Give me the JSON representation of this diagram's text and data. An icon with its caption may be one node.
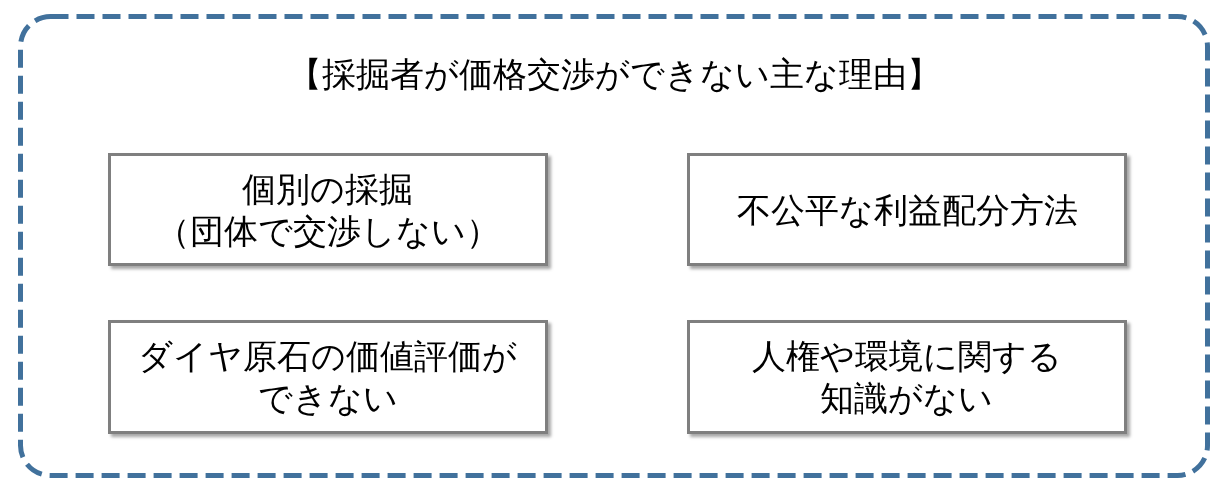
{
  "diagram": {
    "nodes": [
      {
        "text": [
          "【採掘者が価格交渉ができない主な理由】"
        ]
      },
      {
        "text": [
          "個別の採掘（団体で交渉しない）"
        ],
        "in": 0
      },
      {
        "text": [
          "不公平な利益配分方法"
        ],
        "in": 0
      },
      {
        "text": [
          "ダイヤ原石の価値評価ができない"
        ],
        "in": 0
      },
      {
        "text": [
          "人権や環境に関する知識がない"
        ],
        "in": 0
      }
    ]
  }
}
